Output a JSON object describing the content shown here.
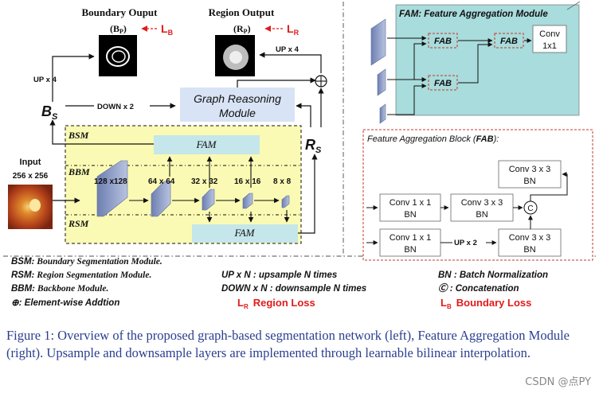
{
  "left": {
    "boundary_output": "Boundary Ouput",
    "boundary_sub": "(B",
    "boundary_sub_idx": "P",
    "boundary_sub_end": ")",
    "region_output": "Region Output",
    "region_sub": "(R",
    "region_sub_idx": "P",
    "region_sub_end": ")",
    "lb": "L",
    "lb_sub": "B",
    "lr": "L",
    "lr_sub": "R",
    "up4_left": "UP x 4",
    "up4_right": "UP x 4",
    "bs": "B",
    "bs_sub": "S",
    "rs": "R",
    "rs_sub": "S",
    "down2": "DOWN x 2",
    "grm_line1": "Graph Reasoning",
    "grm_line2": "Module",
    "bsm": "BSM",
    "bbm": "BBM",
    "rsm": "RSM",
    "fam_top": "FAM",
    "fam_bottom": "FAM",
    "input": "Input",
    "input_size": "256 x 256",
    "sizes": [
      "128 x128",
      "64 x 64",
      "32 x 32",
      "16 x 16",
      "8 x 8"
    ]
  },
  "legend": {
    "col1": [
      {
        "abbr": "BSM",
        "text": ": Boundary Segmentation Module."
      },
      {
        "abbr": "RSM",
        "text": ": Region Segmentation Module."
      },
      {
        "abbr": "BBM",
        "text": ": Backbone Module."
      },
      {
        "abbr": "⊕",
        "text": ": Element-wise Addtion"
      }
    ],
    "col2": [
      {
        "abbr": "UP x N",
        "text": " : upsample N times"
      },
      {
        "abbr": "DOWN x N",
        "text": " : downsample N times"
      }
    ],
    "region_loss_sym": "L",
    "region_loss_sub": "R",
    "region_loss": "Region Loss",
    "col3": [
      {
        "abbr": "BN",
        "text": " : Batch Normalization"
      },
      {
        "abbr": "Ⓒ",
        "text": " : Concatenation"
      }
    ],
    "boundary_loss_sym": "L",
    "boundary_loss_sub": "B",
    "boundary_loss": "Boundary Loss"
  },
  "right": {
    "fam_title": "FAM: Feature Aggregation Module",
    "fab1": "FAB",
    "fab2": "FAB",
    "fab3": "FAB",
    "conv_a": "Conv",
    "conv_b": "1x1",
    "fab_title_pre": "Feature Aggregation Block (",
    "fab_title_abbr": "FAB",
    "fab_title_post": "):",
    "conv33_top_a": "Conv 3 x 3",
    "conv33_top_b": "BN",
    "conv11_a1": "Conv 1 x 1",
    "conv11_a2": "BN",
    "conv33_mid_a": "Conv 3 x 3",
    "conv33_mid_b": "BN",
    "concat": "C",
    "conv11_b1": "Conv 1 x 1",
    "conv11_b2": "BN",
    "up2": "UP x 2",
    "conv33_bot_a": "Conv 3 x 3",
    "conv33_bot_b": "BN"
  },
  "caption": "Figure 1: Overview of the proposed graph-based segmentation network (left), Feature Aggregation Module (right). Upsample and downsample layers are implemented through learnable bilinear interpolation.",
  "watermark": "CSDN @点PY",
  "colors": {
    "yellow": "#fafab4",
    "fam_box": "#c5e6ea",
    "grm_box": "#d8e4f5",
    "teal": "#a9dcdc",
    "red": "#e01b1b",
    "caption": "#2a3f8f"
  }
}
